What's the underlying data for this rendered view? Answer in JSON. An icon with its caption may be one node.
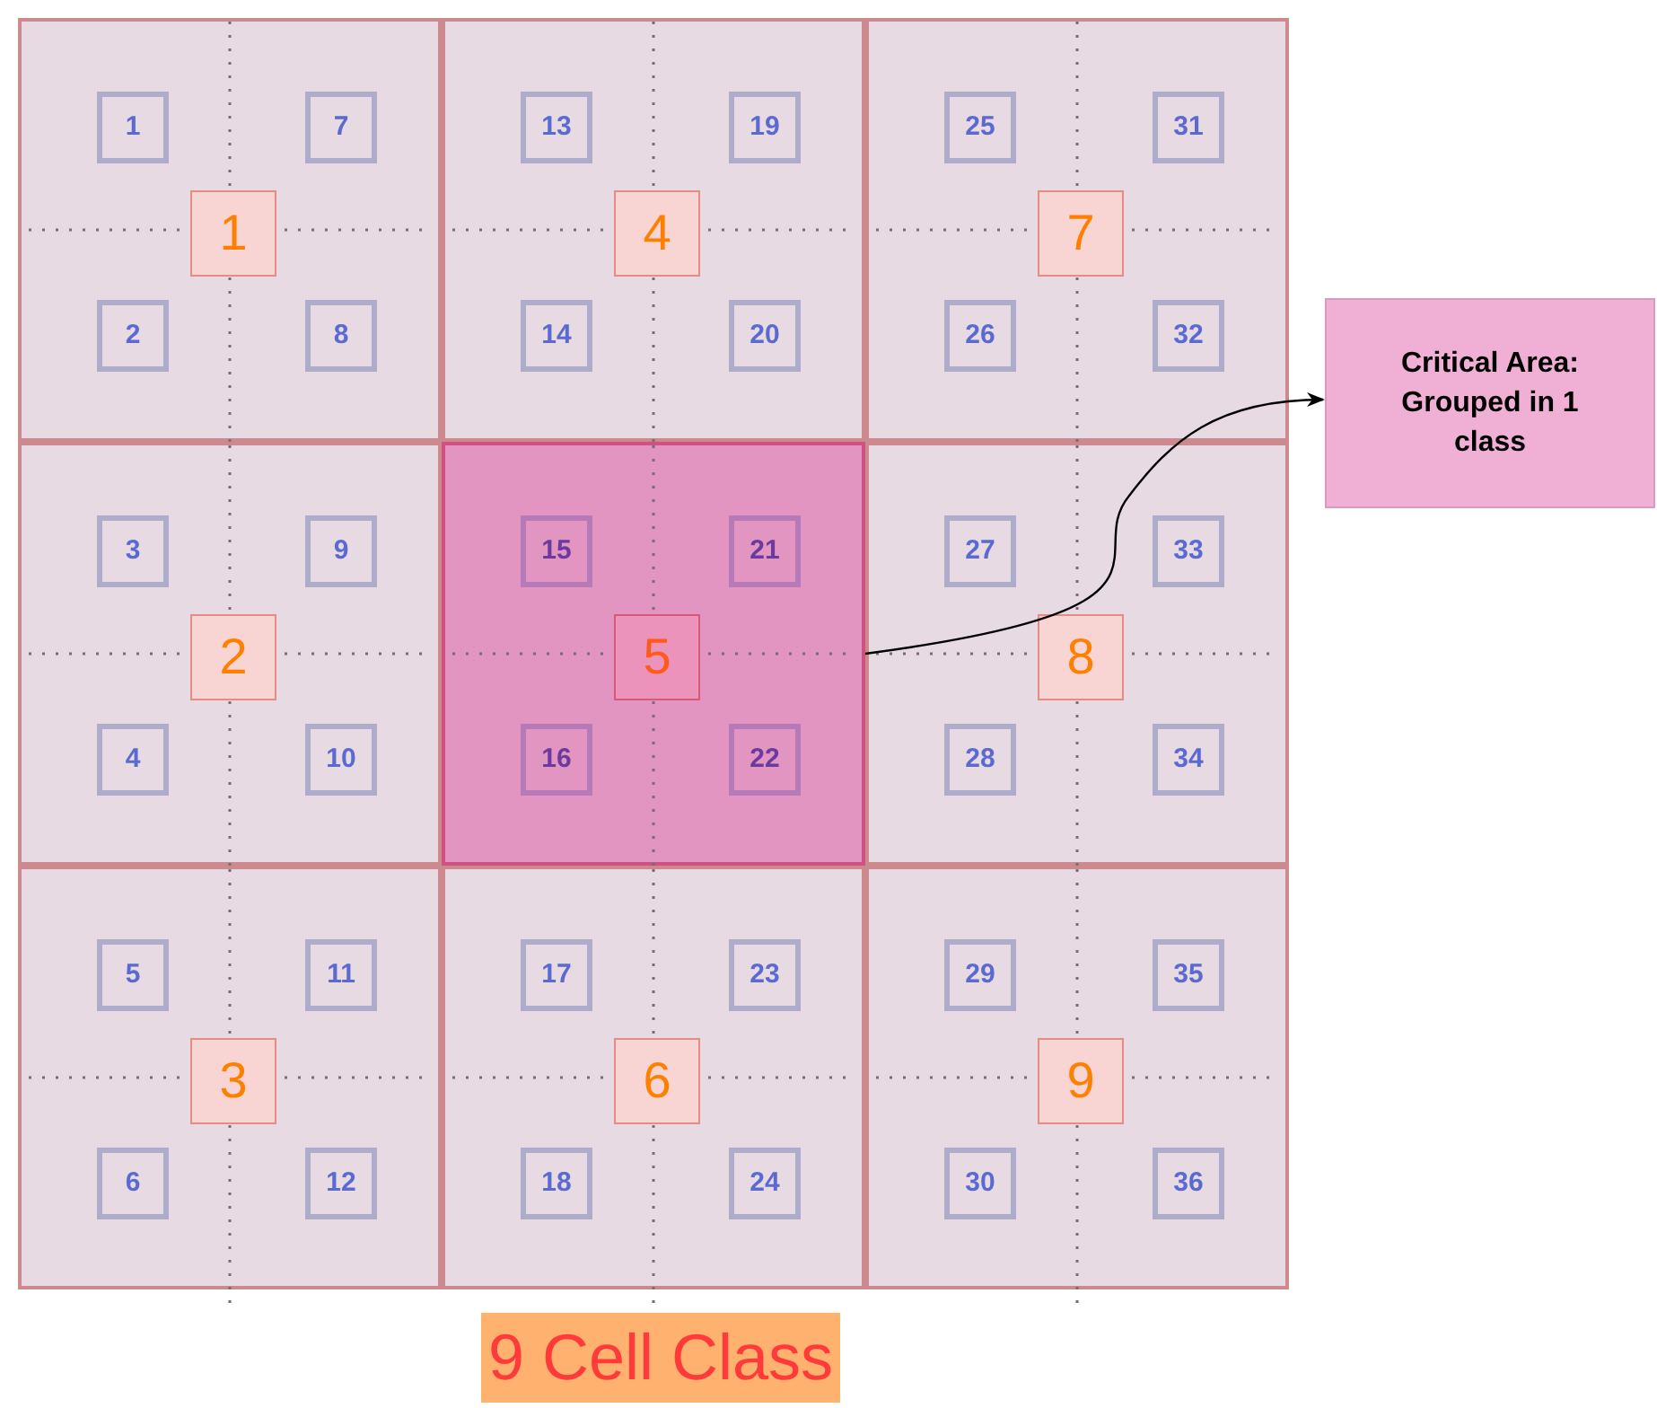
{
  "diagram": {
    "caption": "9 Cell Class",
    "nodes": [
      {
        "text": [],
        "shape": "box"
      },
      {
        "text": [
          "1"
        ],
        "in": 0
      },
      {
        "text": [
          "7"
        ],
        "in": 0
      },
      {
        "text": [
          "1"
        ],
        "in": 0
      },
      {
        "text": [
          "2"
        ],
        "in": 0
      },
      {
        "text": [
          "8"
        ],
        "in": 0
      },
      {
        "text": [],
        "shape": "box"
      },
      {
        "text": [
          "3"
        ],
        "in": 6
      },
      {
        "text": [
          "9"
        ],
        "in": 6
      },
      {
        "text": [
          "2"
        ],
        "in": 6
      },
      {
        "text": [
          "4"
        ],
        "in": 6
      },
      {
        "text": [
          "10"
        ],
        "in": 6
      },
      {
        "text": [],
        "shape": "box"
      },
      {
        "text": [
          "5"
        ],
        "in": 12
      },
      {
        "text": [
          "11"
        ],
        "in": 12
      },
      {
        "text": [
          "3"
        ],
        "in": 12
      },
      {
        "text": [
          "6"
        ],
        "in": 12
      },
      {
        "text": [
          "12"
        ],
        "in": 12
      },
      {
        "text": [],
        "shape": "box"
      },
      {
        "text": [
          "13"
        ],
        "in": 18
      },
      {
        "text": [
          "19"
        ],
        "in": 18
      },
      {
        "text": [
          "4"
        ],
        "in": 18
      },
      {
        "text": [
          "14"
        ],
        "in": 18
      },
      {
        "text": [
          "20"
        ],
        "in": 18
      },
      {
        "text": [],
        "shape": "box"
      },
      {
        "text": [
          "15"
        ],
        "in": 24
      },
      {
        "text": [
          "21"
        ],
        "in": 24
      },
      {
        "text": [
          "5"
        ],
        "in": 24
      },
      {
        "text": [
          "16"
        ],
        "in": 24
      },
      {
        "text": [
          "22"
        ],
        "in": 24
      },
      {
        "text": [],
        "shape": "box"
      },
      {
        "text": [
          "17"
        ],
        "in": 30
      },
      {
        "text": [
          "23"
        ],
        "in": 30
      },
      {
        "text": [
          "6"
        ],
        "in": 30
      },
      {
        "text": [
          "18"
        ],
        "in": 30
      },
      {
        "text": [
          "24"
        ],
        "in": 30
      },
      {
        "text": [],
        "shape": "box"
      },
      {
        "text": [
          "25"
        ],
        "in": 36
      },
      {
        "text": [
          "31"
        ],
        "in": 36
      },
      {
        "text": [
          "7"
        ],
        "in": 36
      },
      {
        "text": [
          "26"
        ],
        "in": 36
      },
      {
        "text": [
          "32"
        ],
        "in": 36
      },
      {
        "text": [],
        "shape": "box"
      },
      {
        "text": [
          "27"
        ],
        "in": 42
      },
      {
        "text": [
          "33"
        ],
        "in": 42
      },
      {
        "text": [
          "8"
        ],
        "in": 42
      },
      {
        "text": [
          "28"
        ],
        "in": 42
      },
      {
        "text": [
          "34"
        ],
        "in": 42
      },
      {
        "text": [],
        "shape": "box"
      },
      {
        "text": [
          "29"
        ],
        "in": 48
      },
      {
        "text": [
          "35"
        ],
        "in": 48
      },
      {
        "text": [
          "9"
        ],
        "in": 48
      },
      {
        "text": [
          "30"
        ],
        "in": 48
      },
      {
        "text": [
          "36"
        ],
        "in": 48
      },
      {
        "text": [
          "Critical Area: Grouped in 1 class"
        ]
      }
    ],
    "edges": [
      {
        "from": 24,
        "to": 54,
        "arrow": "to"
      }
    ]
  }
}
